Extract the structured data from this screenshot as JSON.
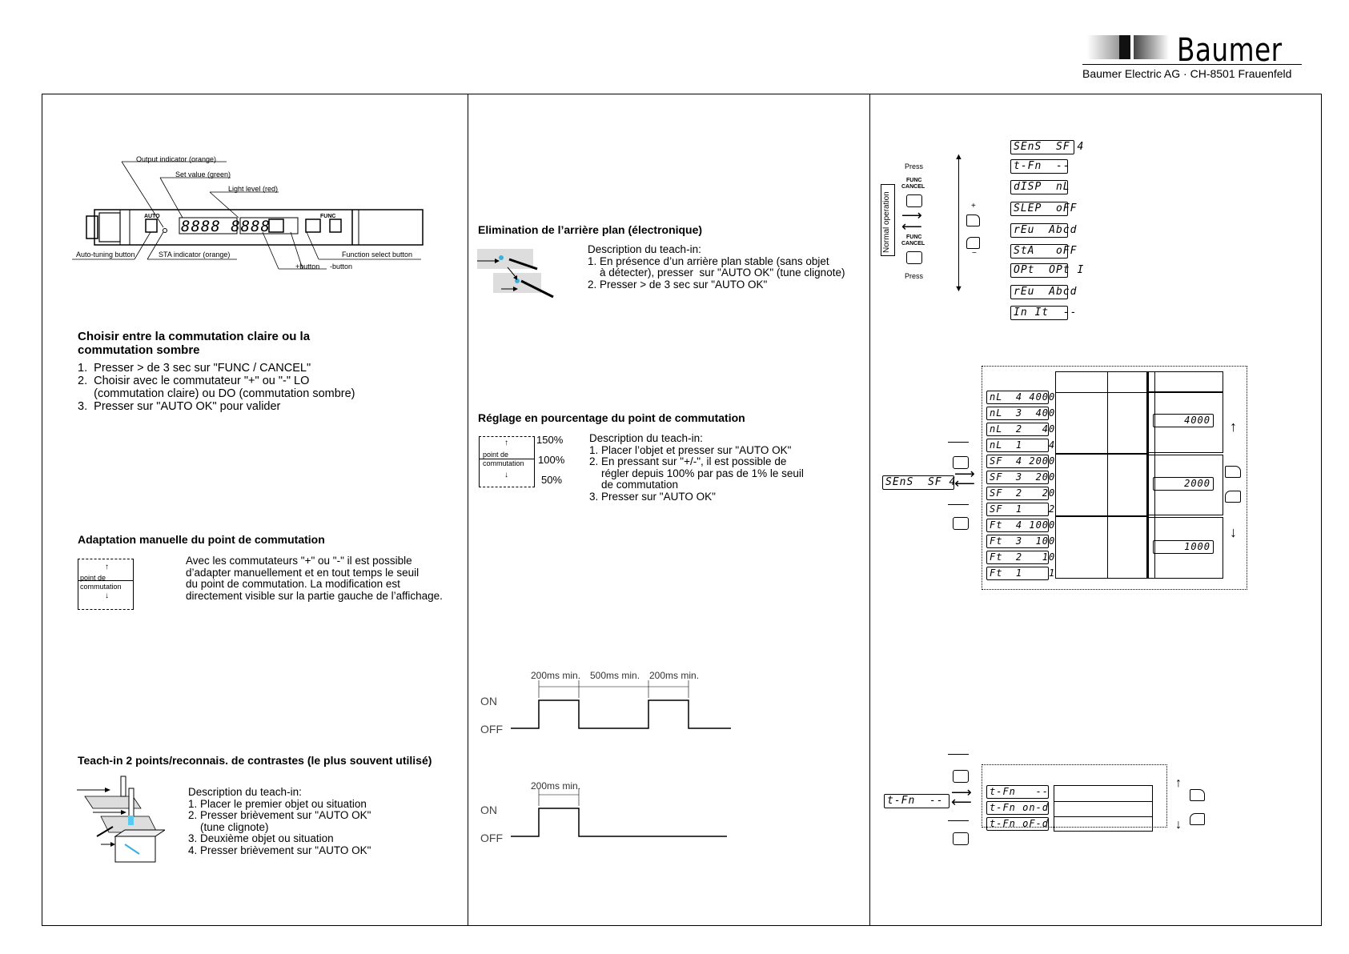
{
  "header": {
    "brand": "Baumer",
    "address": "Baumer Electric AG · CH-8501 Frauenfeld"
  },
  "col1": {
    "device_labels": {
      "output_indicator": "Output indicator (orange)",
      "set_value": "Set value (green)",
      "light_level": "Light level (red)",
      "auto_tuning": "Auto-tuning button",
      "sta_indicator": "STA indicator (orange)",
      "function_select": "Function select button",
      "plus_button": "+button",
      "minus_button": "-button",
      "device_auto": "AUTO",
      "device_func": "FUNC",
      "device_digits": "8888 8888"
    },
    "section1": {
      "title_line1": "Choisir entre la commutation claire ou la",
      "title_line2": "commutation sombre",
      "steps": [
        "1.  Presser > de 3 sec sur \"FUNC / CANCEL\"",
        "2.  Choisir avec le commutateur \"+\" ou \"-\" LO",
        "     (commutation claire) ou DO (commutation sombre)",
        "3.  Presser sur \"AUTO OK\" pour valider"
      ]
    },
    "section2": {
      "title": "Adaptation manuelle du point de commutation",
      "diagram_label1": "point de",
      "diagram_label2": "commutation",
      "text": [
        "Avec les commutateurs \"+\" ou \"-\" il est possible",
        "d’adapter manuellement et en tout temps le seuil",
        "du point de commutation. La modification est",
        "directement visible sur la partie gauche de l’affichage."
      ]
    },
    "section3": {
      "title": "Teach-in 2 points/reconnais. de contrastes (le plus souvent utilisé)",
      "text": [
        "Description du teach-in:",
        "1. Placer le premier objet ou situation",
        "2. Presser brièvement sur \"AUTO OK\"",
        "    (tune clignote)",
        "3. Deuxième objet ou situation",
        "4. Presser brièvement sur \"AUTO OK\""
      ]
    }
  },
  "col2": {
    "section1": {
      "title": "Elimination de l’arrière plan (électronique)",
      "text": [
        "Description du teach-in:",
        "1. En présence d’un arrière plan stable (sans objet",
        "    à détecter), presser  sur \"AUTO OK\" (tune clignote)",
        "2. Presser > de 3 sec sur \"AUTO OK\""
      ]
    },
    "section2": {
      "title": "Réglage en pourcentage du point de commutation",
      "pct": [
        "150%",
        "100%",
        "50%"
      ],
      "diagram_label1": "point de",
      "diagram_label2": "commutation",
      "text": [
        "Description du teach-in:",
        "1. Placer l’objet et presser sur \"AUTO OK\"",
        "2. En pressant sur \"+/-\", il est possible de",
        "    régler depuis 100% par pas de 1% le seuil",
        "    de commutation",
        "3. Presser sur \"AUTO OK\""
      ]
    },
    "timing1": {
      "on": "ON",
      "off": "OFF",
      "t1": "200ms min.",
      "t2": "500ms min.",
      "t3": "200ms min."
    },
    "timing2": {
      "on": "ON",
      "off": "OFF",
      "t1": "200ms min."
    }
  },
  "col3": {
    "menu": {
      "press_top": "Press",
      "press_bottom": "Press",
      "func1": "FUNC",
      "cancel1": "CANCEL",
      "func2": "FUNC",
      "cancel2": "CANCEL",
      "normal_operation": "Normal operation",
      "plus": "+",
      "minus": "−",
      "items": [
        "SEnS  SF 4",
        "t-Fn  --",
        "dISP  nL",
        "SLEP  oFF",
        "rEu  Abcd",
        "StA   oFF",
        "OPt  OPt I",
        "rEu  Abcd",
        "In It  --"
      ]
    },
    "sens": {
      "current": "SEnS  SF 4",
      "items": [
        "nL  4 4000",
        "nL  3  400",
        "nL  2   40",
        "nL  1    4",
        "SF  4 2000",
        "SF  3  200",
        "SF  2   20",
        "SF  1    2",
        "Ft  4 1000",
        "Ft  3  100",
        "Ft  2   10",
        "Ft  1    1"
      ],
      "values": [
        "4000",
        "2000",
        "1000"
      ]
    },
    "tfn": {
      "current": "t-Fn  --",
      "items": [
        "t-Fn   --",
        "t-Fn on-d",
        "t-Fn oF-d"
      ]
    }
  }
}
